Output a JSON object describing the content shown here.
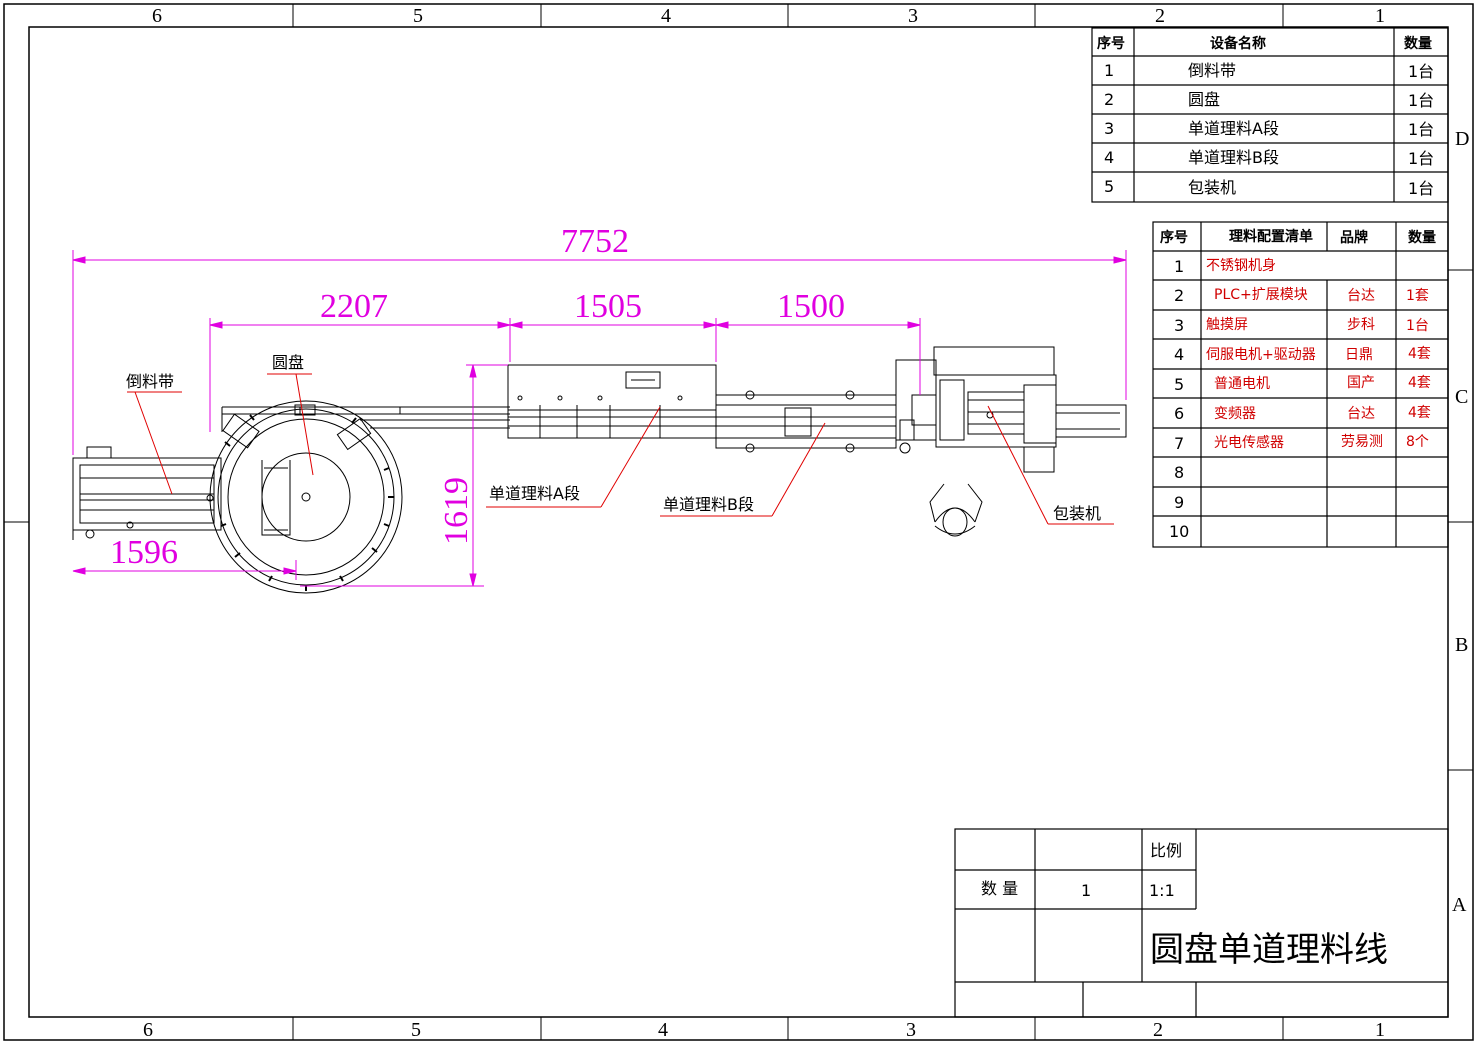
{
  "border": {
    "top_zones": [
      "6",
      "5",
      "4",
      "3",
      "2",
      "1"
    ],
    "bottom_zones": [
      "6",
      "5",
      "4",
      "3",
      "2",
      "1"
    ],
    "right_zones": [
      "D",
      "C",
      "B",
      "A"
    ]
  },
  "dimensions": {
    "total": "7752",
    "d2207": "2207",
    "d1505": "1505",
    "d1500": "1500",
    "d1596": "1596",
    "d1619": "1619"
  },
  "labels": {
    "conveyor": "倒料带",
    "disc": "圆盘",
    "lane_a": "单道理料A段",
    "lane_b": "单道理料B段",
    "packer": "包装机"
  },
  "equipment_table": {
    "headers": [
      "序号",
      "设备名称",
      "数量"
    ],
    "rows": [
      [
        "1",
        "倒料带",
        "1台"
      ],
      [
        "2",
        "圆盘",
        "1台"
      ],
      [
        "3",
        "单道理料A段",
        "1台"
      ],
      [
        "4",
        "单道理料B段",
        "1台"
      ],
      [
        "5",
        "包装机",
        "1台"
      ]
    ]
  },
  "config_table": {
    "headers": [
      "序号",
      "理料配置清单",
      "品牌",
      "数量"
    ],
    "rows": [
      [
        "1",
        "不锈钢机身",
        "",
        ""
      ],
      [
        "2",
        "PLC+扩展模块",
        "台达",
        "1套"
      ],
      [
        "3",
        "触摸屏",
        "步科",
        "1台"
      ],
      [
        "4",
        "伺服电机+驱动器",
        "日鼎",
        "4套"
      ],
      [
        "5",
        "普通电机",
        "国产",
        "4套"
      ],
      [
        "6",
        "变频器",
        "台达",
        "4套"
      ],
      [
        "7",
        "光电传感器",
        "劳易测",
        "8个"
      ],
      [
        "8",
        "",
        "",
        ""
      ],
      [
        "9",
        "",
        "",
        ""
      ],
      [
        "10",
        "",
        "",
        ""
      ]
    ]
  },
  "title_block": {
    "scale_label": "比例",
    "qty_label": "数 量",
    "qty_value": "1",
    "scale_value": "1:1",
    "drawing_title": "圆盘单道理料线"
  },
  "colors": {
    "dimension": "#e000e0",
    "leader": "#e00000",
    "config_text": "#d00000",
    "line": "#000000"
  }
}
